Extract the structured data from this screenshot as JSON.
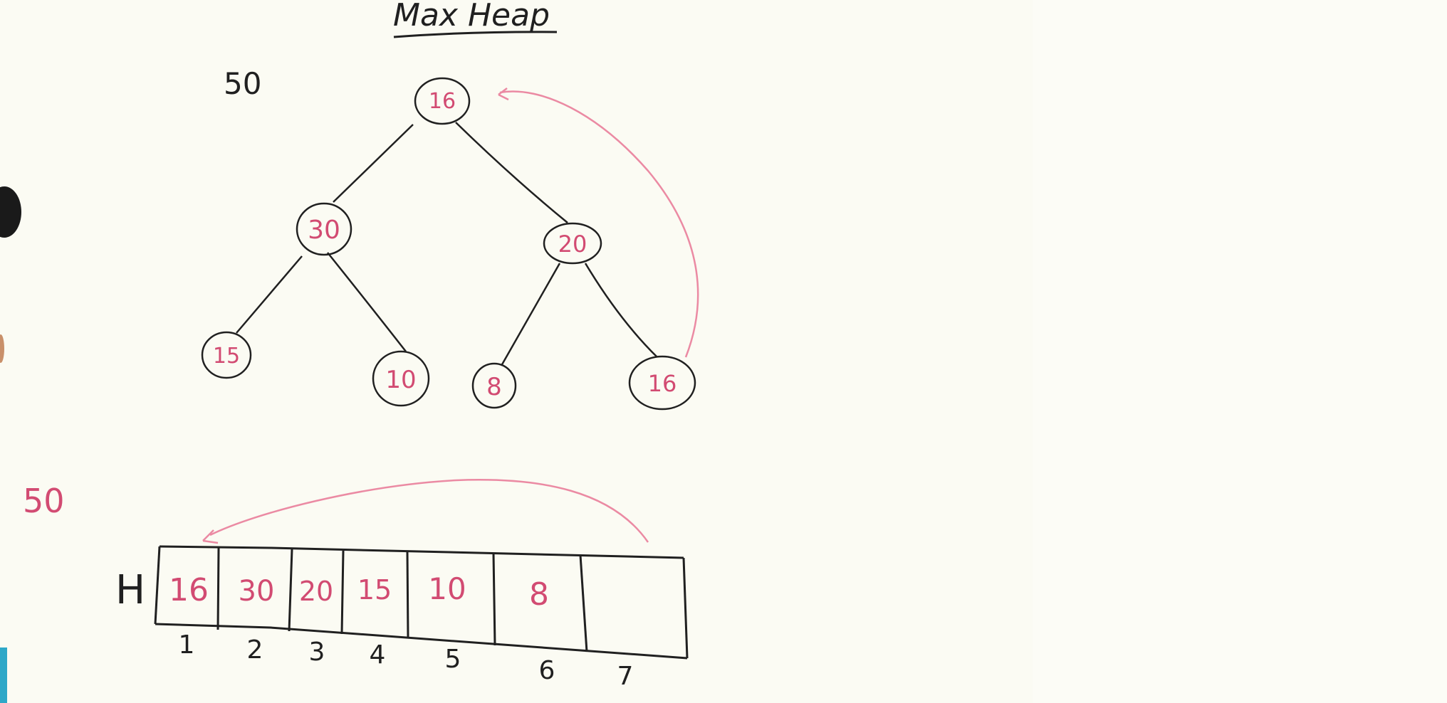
{
  "title": "Max Heap",
  "ink_colors": {
    "black": "#202020",
    "red": "#d24b72",
    "red_light": "#eb8aa3"
  },
  "side_note_black": "50",
  "side_note_red": "50",
  "tree": {
    "nodes": [
      {
        "id": "root",
        "value": "16"
      },
      {
        "id": "left",
        "value": "30"
      },
      {
        "id": "right",
        "value": "20"
      },
      {
        "id": "left-left",
        "value": "15"
      },
      {
        "id": "left-right",
        "value": "10"
      },
      {
        "id": "right-left",
        "value": "8"
      },
      {
        "id": "right-right",
        "value": "16"
      }
    ]
  },
  "array": {
    "label": "H",
    "cells": [
      {
        "index": "1",
        "value": "16"
      },
      {
        "index": "2",
        "value": "30"
      },
      {
        "index": "3",
        "value": "20"
      },
      {
        "index": "4",
        "value": "15"
      },
      {
        "index": "5",
        "value": "10"
      },
      {
        "index": "6",
        "value": "8"
      },
      {
        "index": "7",
        "value": ""
      }
    ]
  }
}
